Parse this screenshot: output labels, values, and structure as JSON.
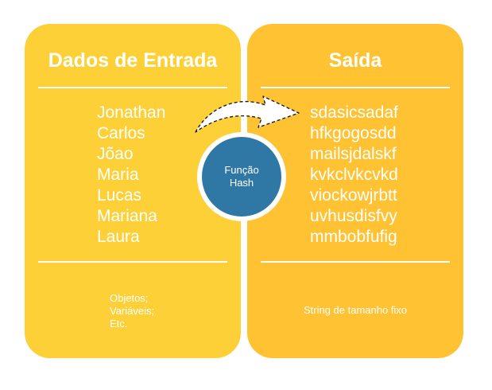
{
  "left_panel": {
    "title": "Dados de Entrada",
    "items": [
      "Jonathan",
      "Carlos",
      "Jõao",
      "Maria",
      "Lucas",
      "Mariana",
      "Laura"
    ],
    "notes": [
      "Objetos;",
      "Variáveis;",
      "Etc."
    ],
    "color": "#fdd038"
  },
  "right_panel": {
    "title": "Saída",
    "items": [
      "sdasicsadaf",
      "hfkgogosdd",
      "mailsjdalskf",
      "kvkclvkcvkd",
      "viockowjrbtt",
      "uvhusdisfvy",
      "mmbobfufig"
    ],
    "note": "String de tamanho fixo",
    "color": "#ffc233"
  },
  "hash_node": {
    "line1": "Função",
    "line2": "Hash",
    "color": "#2f78a6"
  }
}
